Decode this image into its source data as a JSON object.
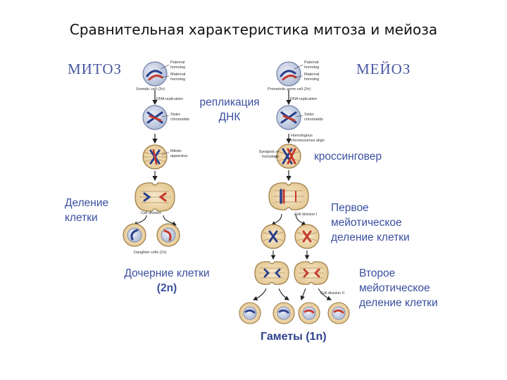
{
  "title": "Сравнительная характеристика митоза и мейоза",
  "mitosis": {
    "heading": "МИТОЗ",
    "label_paternal": "Paternal homolog",
    "label_maternal": "Maternal homolog",
    "label_somatic": "Somatic cell (2n)",
    "label_dna": "DNA replication",
    "label_sister": "Sister chromatids",
    "label_mitotic": "Mitotic apparatus",
    "label_division": "Cell division",
    "label_daughter": "Daughter cells (2n)",
    "division_line1": "Деление",
    "division_line2": "клетки",
    "daughter_line1": "Дочерние клетки",
    "daughter_line2": "(2n)"
  },
  "replication": {
    "line1": "репликация",
    "line2": "ДНК"
  },
  "meiosis": {
    "heading": "МЕЙОЗ",
    "label_paternal": "Paternal homolog",
    "label_maternal": "Maternal homolog",
    "label_premeiotic": "Premeiotic germ cell (2n)",
    "label_dna": "DNA replication",
    "label_sister": "Sister chromatids",
    "label_homologous": "Homologous chromosomes align",
    "label_synapsis": "Synapsis of homologs",
    "label_div1": "Cell division I",
    "label_div2": "Cell division II",
    "crossingover": "кроссинговер",
    "first_line1": "Первое",
    "first_line2": "мейотическое",
    "first_line3": "деление клетки",
    "second_line1": "Второе",
    "second_line2": "мейотическое",
    "second_line3": "деление клетки",
    "gametes": "Гаметы  (1n)"
  },
  "colors": {
    "cell_fill": "#f0d9ab",
    "nucleus_fill": "#cfd7e8",
    "chrom_blue": "#2b3f8a",
    "chrom_red": "#c53a2c",
    "text_blue": "#3a4fa0"
  }
}
